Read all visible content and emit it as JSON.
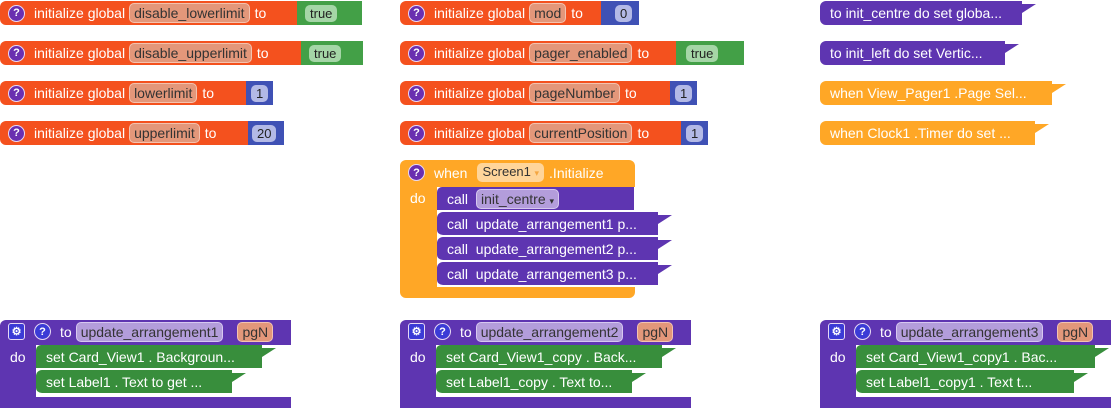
{
  "globals_left": [
    {
      "keyword": "initialize global",
      "name": "disable_lowerlimit",
      "to": "to",
      "value": "true",
      "type": "logic"
    },
    {
      "keyword": "initialize global",
      "name": "disable_upperlimit",
      "to": "to",
      "value": "true",
      "type": "logic"
    },
    {
      "keyword": "initialize global",
      "name": "lowerlimit",
      "to": "to",
      "value": "1",
      "type": "math"
    },
    {
      "keyword": "initialize global",
      "name": "upperlimit",
      "to": "to",
      "value": "20",
      "type": "math"
    }
  ],
  "globals_mid": [
    {
      "keyword": "initialize global",
      "name": "mod",
      "to": "to",
      "value": "0",
      "type": "math"
    },
    {
      "keyword": "initialize global",
      "name": "pager_enabled",
      "to": "to",
      "value": "true",
      "type": "logic"
    },
    {
      "keyword": "initialize global",
      "name": "pageNumber",
      "to": "to",
      "value": "1",
      "type": "math"
    },
    {
      "keyword": "initialize global",
      "name": "currentPosition",
      "to": "to",
      "value": "1",
      "type": "math"
    }
  ],
  "collapsed": [
    "to init_centre do set globa...",
    "to init_left do set  Vertic...",
    "when  View_Pager1 .Page Sel...",
    "when  Clock1 .Timer do set ..."
  ],
  "screen_init": {
    "when": "when",
    "component": "Screen1",
    "event": ".Initialize",
    "do": "do",
    "calls": [
      {
        "call": "call",
        "name": "init_centre"
      },
      {
        "call": "call",
        "name": "update_arrangement1 p..."
      },
      {
        "call": "call",
        "name": "update_arrangement2 p..."
      },
      {
        "call": "call",
        "name": "update_arrangement3 p..."
      }
    ]
  },
  "procedures": [
    {
      "to": "to",
      "name": "update_arrangement1",
      "param": "pgN",
      "do": "do",
      "stmts": [
        "set  Card_View1 . Backgroun...",
        "set  Label1 . Text  to get ..."
      ]
    },
    {
      "to": "to",
      "name": "update_arrangement2",
      "param": "pgN",
      "do": "do",
      "stmts": [
        "set  Card_View1_copy . Back...",
        "set  Label1_copy . Text  to..."
      ]
    },
    {
      "to": "to",
      "name": "update_arrangement3",
      "param": "pgN",
      "do": "do",
      "stmts": [
        "set  Card_View1_copy1 . Bac...",
        "set  Label1_copy1 . Text  t..."
      ]
    }
  ],
  "help_glyph": "?",
  "gear_glyph": "⚙",
  "dropdown_glyph": "▾"
}
